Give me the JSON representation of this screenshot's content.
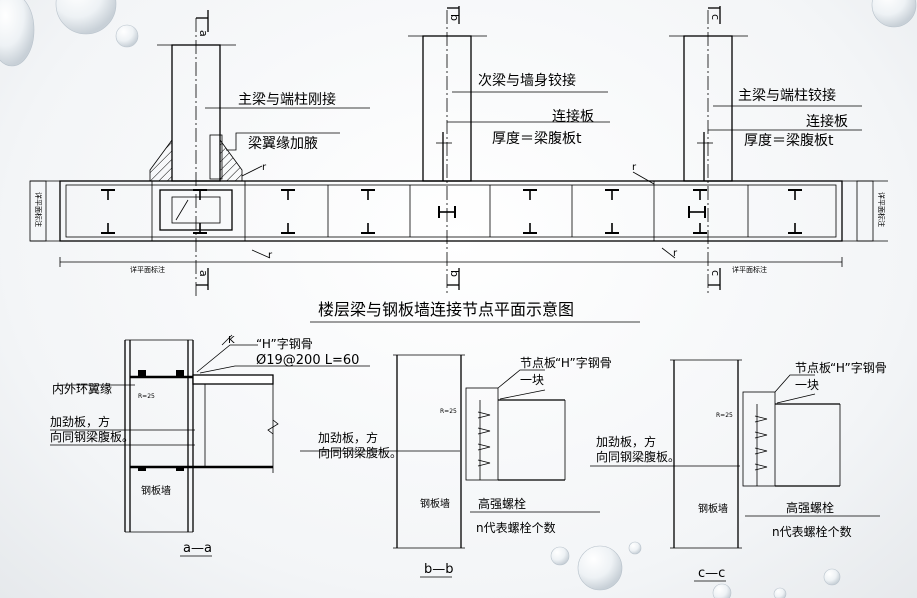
{
  "diagram": {
    "title": "楼层梁与钢板墙连接节点平面示意图",
    "plan": {
      "section_marks": [
        "a",
        "b",
        "c"
      ],
      "annotations": {
        "main_beam_rigid": "主梁与端柱刚接",
        "flange_haunch": "梁翼缘加腋",
        "secondary_hinged": "次梁与墙身铰接",
        "main_beam_hinged": "主梁与端柱铰接",
        "connection_plate": "连接板",
        "thickness_note": "厚度＝梁腹板t",
        "r_mark": "r",
        "plan_elevation": "详平面标注",
        "structure_elevation": "详平面标注"
      }
    },
    "section_aa": {
      "label": "a—a",
      "h_steel": "“H”字钢骨",
      "stud": "Ø19@200 L=60",
      "ring_flange": "内外环翼缘",
      "radius": "R=25",
      "stiffener_1": "加劲板，方",
      "stiffener_2": "向同钢梁腹板。",
      "wall": "钢板墙",
      "k_mark": "K"
    },
    "section_bb": {
      "label": "b—b",
      "gusset_1": "节点板",
      "gusset_2": "一块",
      "h_steel": "“H”字钢骨",
      "radius": "R=25",
      "stiffener_1": "加劲板，方",
      "stiffener_2": "向同钢梁腹板。",
      "wall": "钢板墙",
      "bolt": "高强螺栓",
      "bolt_note": "n代表螺栓个数"
    },
    "section_cc": {
      "label": "c—c",
      "gusset_1": "节点板",
      "gusset_2": "一块",
      "h_steel": "“H”字钢骨",
      "radius": "R=25",
      "stiffener_1": "加劲板，方",
      "stiffener_2": "向同钢梁腹板。",
      "wall": "钢板墙",
      "bolt": "高强螺栓",
      "bolt_note": "n代表螺栓个数"
    }
  }
}
